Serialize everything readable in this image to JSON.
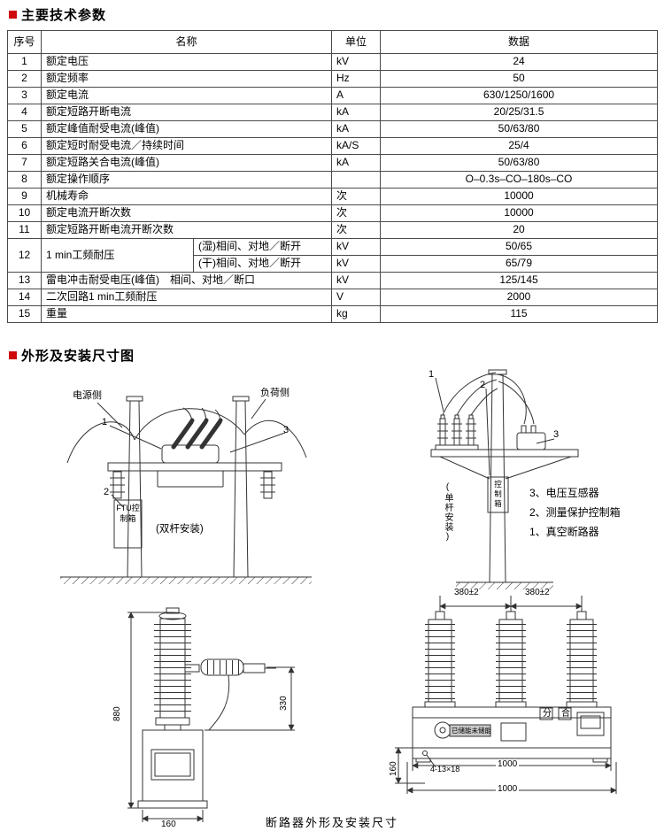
{
  "page": {
    "section1_title": "主要技术参数",
    "section2_title": "外形及安装尺寸图",
    "caption": "断路器外形及安装尺寸"
  },
  "colors": {
    "accent": "#cf0a0a"
  },
  "table": {
    "headers": {
      "no": "序号",
      "name": "名称",
      "unit": "单位",
      "data": "数据"
    },
    "rows_a": [
      {
        "no": "1",
        "name": "额定电压",
        "unit": "kV",
        "data": "24"
      },
      {
        "no": "2",
        "name": "额定频率",
        "unit": "Hz",
        "data": "50"
      },
      {
        "no": "3",
        "name": "额定电流",
        "unit": "A",
        "data": "630/1250/1600"
      },
      {
        "no": "4",
        "name": "额定短路开断电流",
        "unit": "kA",
        "data": "20/25/31.5"
      },
      {
        "no": "5",
        "name": "额定峰值耐受电流(峰值)",
        "unit": "kA",
        "data": "50/63/80"
      },
      {
        "no": "6",
        "name": "额定短时耐受电流／持续时间",
        "unit": "kA/S",
        "data": "25/4"
      },
      {
        "no": "7",
        "name": "额定短路关合电流(峰值)",
        "unit": "kA",
        "data": "50/63/80"
      },
      {
        "no": "8",
        "name": "额定操作顺序",
        "unit": "",
        "data": "O–0.3s–CO–180s–CO"
      },
      {
        "no": "9",
        "name": "机械寿命",
        "unit": "次",
        "data": "10000"
      },
      {
        "no": "10",
        "name": "额定电流开断次数",
        "unit": "次",
        "data": "10000"
      },
      {
        "no": "11",
        "name": "额定短路开断电流开断次数",
        "unit": "次",
        "data": "20"
      }
    ],
    "row12": {
      "no": "12",
      "name": "1 min工频耐压",
      "subs": [
        {
          "cond": "(湿)相间、对地／断开",
          "unit": "kV",
          "data": "50/65"
        },
        {
          "cond": "(干)相间、对地／断开",
          "unit": "kV",
          "data": "65/79"
        }
      ]
    },
    "rows_b": [
      {
        "no": "13",
        "name": "雷电冲击耐受电压(峰值)　相间、对地／断口",
        "unit": "kV",
        "data": "125/145"
      },
      {
        "no": "14",
        "name": "二次回路1 min工频耐压",
        "unit": "V",
        "data": "2000"
      },
      {
        "no": "15",
        "name": "重量",
        "unit": "kg",
        "data": "115"
      }
    ]
  },
  "drawings": {
    "double_pole": {
      "power_side": "电源侧",
      "load_side": "负荷侧",
      "box_label": "FTU控制箱",
      "caption": "(双杆安装)",
      "label_1": "1",
      "label_2": "2",
      "label_3": "3"
    },
    "single_pole": {
      "caption": "(单杆安装)",
      "box_label": "控制箱",
      "label_1": "1",
      "label_2": "2",
      "label_3": "3",
      "legend": [
        "3、电压互感器",
        "2、测量保护控制箱",
        "1、真空断路器"
      ]
    },
    "side_view": {
      "dim_height": "880",
      "dim_arm": "330",
      "dim_width": "160"
    },
    "front_view": {
      "dim_pole1": "380±2",
      "dim_pole2": "380±2",
      "label_open": "分",
      "label_close": "合",
      "indicator": "已储能未储能",
      "dim_inner": "1000",
      "dim_left": "160",
      "hole_note": "4-13×18",
      "dim_outer": "1000"
    }
  }
}
